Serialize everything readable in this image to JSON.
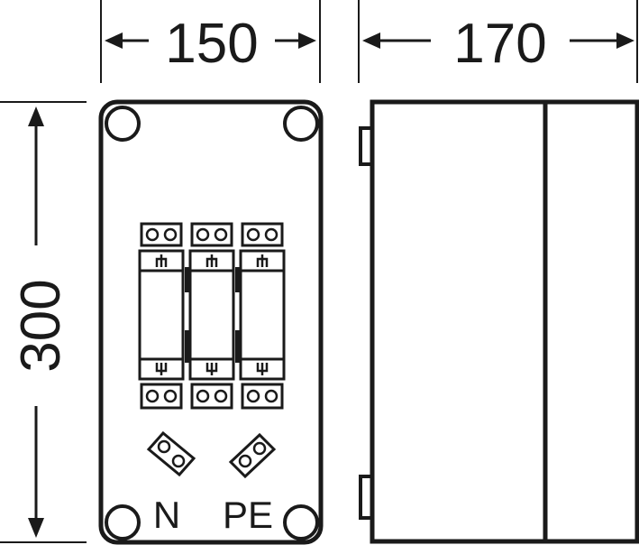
{
  "dimensions": {
    "width": "150",
    "depth": "170",
    "height": "300"
  },
  "terminals": {
    "neutral": "N",
    "protective_earth": "PE"
  },
  "front_view": {
    "switch_poles": 3
  },
  "colors": {
    "line": "#1a1a1a",
    "background": "#ffffff"
  }
}
